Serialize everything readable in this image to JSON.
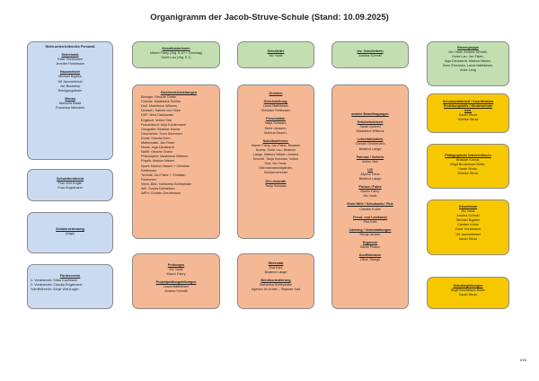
{
  "title": "Organigramm der Jacob-Struve-Schule (Stand: 10.09.2025)",
  "personal": {
    "heading": "Nicht-unterrichtendes Personal",
    "groups": [
      {
        "title": "Sekretariat",
        "items": [
          "Ester Horstmann",
          "Jennifer Horstmann"
        ]
      },
      {
        "title": "Hausmeister",
        "items": [
          "Michael Bigalke",
          "Ulf Jarzembinski",
          "Jan Boukamp",
          "Reinigungsteam"
        ]
      },
      {
        "title": "Mensa",
        "items": [
          "Manuela Maaß",
          "Franziska Meindlek"
        ]
      }
    ]
  },
  "elternbeirat": {
    "title": "Schulelternbeirat",
    "items": [
      "Frau Wirt-Koglin",
      "Frau Engelmann"
    ]
  },
  "schuelervertretung": {
    "title": "Schülervertretung",
    "items": [
      "(folgt)"
    ]
  },
  "foerderverein": {
    "title": "Förderverein",
    "items": [
      "1. Vorsitzende: Silvia Kaufmann",
      "2. Vorsitzende: Claudia Engelmann",
      "Schriftführerin: Sünje Wirt-Koglin"
    ]
  },
  "koordination": {
    "title": "Koordinatorinnen",
    "items": [
      "Maren Fabry (Jhg. 8-10 + Ganztag)",
      "Dorte Lau (Jhg. 5-7)"
    ]
  },
  "schulleiter": {
    "title": "Schulleiter",
    "items": [
      "Mo Yanik"
    ]
  },
  "stv_schulleiterin": {
    "title": "stv. Schulleiterin",
    "items": [
      "Andrea Schmitt"
    ]
  },
  "steuergruppe": {
    "title": "Steuergruppe",
    "items": [
      "Mo Yanik, Andrea Schmitt,",
      "Dorte Lau, Jan Fister,",
      "Inga Dauskardt, Markus Nissen,",
      "Sven Sörensen, Laura Matthiesen,",
      "Anke Lang"
    ]
  },
  "fachbereiche": {
    "title": "Fachbereichsleitungen",
    "items": [
      "Biologie: Gesche Grahn",
      "Chemie: Madeleine Schütz",
      "DaZ: Madeleine Wilkens",
      "Deutsch: Sabine von Hobe",
      "DSP: Nina Dankowski",
      "Englisch: Volker Sick",
      "Französisch: Anja Kohlermann",
      "Geografie: Bhasker Kumar",
      "Geschichte: Sven Sörensen",
      "Kunst: Klaudia Kern",
      "Mathematik: Jan Fister",
      "Musik: Inga Dauskardt",
      "NaWi: Gesche Grahn",
      "Philosophie: Madeleine Wilkens",
      "Physik: Markus Nissen",
      "Sport: Markus Nissen + Christian",
      "Feldhusen",
      "Technik: Jan Fister + Christian",
      "Feldhusen",
      "Verbr.-Bild.: Katharina Schlephake",
      "WK: Gunda Dethlefsen",
      "WiPo: Christin Gerdemann"
    ]
  },
  "gremien": {
    "title": "Gremien",
    "sections": [
      {
        "title": "Gleichstellung:",
        "items": [
          "Laura Matthiesen",
          "Christian Feldhusen"
        ]
      },
      {
        "title": "Personalrat:",
        "items": [
          "Tanja Schwarz,",
          "Dörte Janssen,",
          "Markus Nissen,"
        ]
      },
      {
        "title": "Schulkonferenz:",
        "items": [
          "Maren Fabry, Jan Fister, Bhasker",
          "Kumar, Dorte Lau, Beatrice",
          "Lange, Markus Nissen, Andrea",
          "Schmitt, Tanja Schwarz, Volker",
          "Sick, Mo Yanik,",
          "Elternbeiratsmitglieder,",
          "Schülervertreter"
        ]
      },
      {
        "title": "SV-Lehrkraft:",
        "items": [
          "Tanja Schwarz"
        ]
      }
    ]
  },
  "beauftragungen": {
    "title": "andere Beauftragungen",
    "sections": [
      {
        "title": "Schülerbücherei",
        "items": [
          "Sarah Quitzell",
          "Madeleine Wilkens"
        ]
      },
      {
        "title": "Lehrerbibliothek",
        "items": [
          "Christin Gerdemann",
          "Beatrice Lange"
        ]
      },
      {
        "title": "Fahrrad / Verkehr",
        "items": [
          "Volker Sick"
        ]
      },
      {
        "title": "LIS",
        "items": [
          "Alyona Treus",
          "Beatrice Lange"
        ]
      },
      {
        "title": "Presse / Fotos",
        "items": [
          "Maren Fabry",
          "Mo Yanik"
        ]
      },
      {
        "title": "Erste Hilfe / Schulsanis / ReA",
        "items": [
          "Carsten Kuhtz"
        ]
      },
      {
        "title": "Freud- und Leidkasse",
        "items": [
          "Eka Kahl"
        ]
      },
      {
        "title": "Catering / Veranstaltungen",
        "items": [
          "Monja Jansen"
        ]
      },
      {
        "title": "Ergonom",
        "items": [
          "Sarah Pisano"
        ]
      },
      {
        "title": "Konfliktlotsen",
        "items": [
          "Oliver Stange"
        ]
      }
    ]
  },
  "pruefungen": {
    "sections": [
      {
        "title": "Prüfungen",
        "items": [
          "Mo Yanik",
          "Maren Fabry"
        ]
      },
      {
        "title": "Projektprüfungsleitungen",
        "items": [
          "Laura Matthiesen",
          "Andrea Schmitt"
        ]
      }
    ]
  },
  "werkstatt": {
    "sections": [
      {
        "title": "Werkstatt",
        "items": [
          "Eka Kahl",
          "Beatrice Lange"
        ]
      },
      {
        "title": "Berufsorientierung",
        "items": [
          "Katharina Schlephake",
          "Agentur für Arbeit – Stephan Saß"
        ]
      }
    ]
  },
  "schulsozialarbeit": {
    "title": "Schulsozialarbeit / Koordination Erziehungshilfe / Kinderschutz",
    "subtitle": "usw.",
    "items": [
      "Sarah Strutz",
      "Wiebke Strutz"
    ]
  },
  "paed_interventionen": {
    "title": "Pädagogische Interventionen",
    "items": [
      "Bhasker Kumar,",
      "Birgit Brocksiepe-Böller,",
      "Sarah Strutz,",
      "Wiebke Strutz"
    ]
  },
  "krisenteam": {
    "title": "Krisenteam",
    "items": [
      "Mo Yanik",
      "Andrea Schmitt",
      "Michael Bigalke",
      "Carsten Kuhtz",
      "Ester Horstmann",
      "Ulf Jarzembinski",
      "Sarah Strutz"
    ]
  },
  "schulbegleitungen": {
    "title": "Schulbegleitungen",
    "items": [
      "Birgit Brocksiepe-Böller",
      "Sarah Strutz"
    ]
  },
  "footer": "#YA",
  "colors": {
    "blue": "#c9daf1",
    "green": "#c3dfb1",
    "orange": "#f5b895",
    "yellow": "#f7c800"
  }
}
